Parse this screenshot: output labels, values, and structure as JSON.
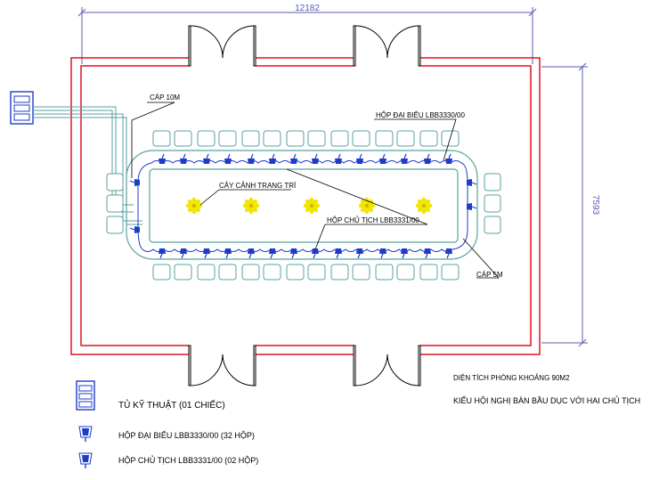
{
  "dimensions": {
    "width": "12182",
    "height": "7593"
  },
  "labels": {
    "cable_10m": "CÁP 10M",
    "cable_5m": "CÁP 5M",
    "delegate_unit": "HỘP ĐẠI BIỂU LBB3330/00",
    "chairman_unit": "HỘP CHỦ TỊCH LBB3331/00",
    "plants": "CÂY CẢNH TRANG TRÍ"
  },
  "info": {
    "area": "DIỆN TÍCH PHÒNG KHOẢNG 90M2",
    "layout": "KIỂU HỘI NGHỊ BÀN BẦU DỤC VỚI HAI CHỦ TỊCH"
  },
  "legend": [
    {
      "icon": "technical-cabinet-icon",
      "text": "TỦ KỸ THUẬT (01 CHIẾC)"
    },
    {
      "icon": "delegate-unit-icon",
      "text": "HỘP ĐẠI BIỂU LBB3330/00 (32 HỘP)"
    },
    {
      "icon": "chairman-unit-icon",
      "text": "HỘP CHỦ TỊCH LBB3331/00 (02 HỘP)"
    }
  ],
  "colors": {
    "wall": "#e0141e",
    "table": "#5aa0a0",
    "cable": "#1e3cc8",
    "dimension": "#5a5ab4",
    "plant": "#f0e600"
  }
}
